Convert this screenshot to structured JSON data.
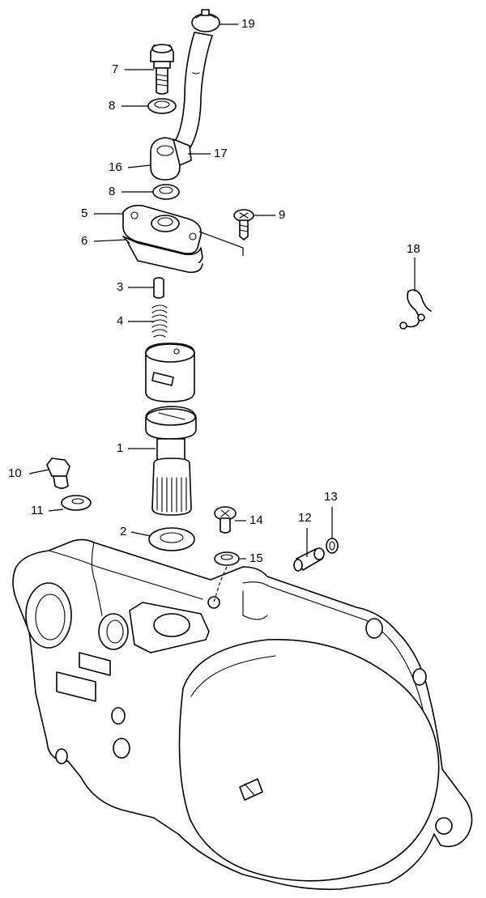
{
  "callouts": [
    {
      "id": "p19",
      "label": "19"
    },
    {
      "id": "p7",
      "label": "7"
    },
    {
      "id": "p8a",
      "label": "8"
    },
    {
      "id": "p16",
      "label": "16"
    },
    {
      "id": "p17",
      "label": "17"
    },
    {
      "id": "p8b",
      "label": "8"
    },
    {
      "id": "p5",
      "label": "5"
    },
    {
      "id": "p9",
      "label": "9"
    },
    {
      "id": "p6",
      "label": "6"
    },
    {
      "id": "p18",
      "label": "18"
    },
    {
      "id": "p3",
      "label": "3"
    },
    {
      "id": "p4",
      "label": "4"
    },
    {
      "id": "p1",
      "label": "1"
    },
    {
      "id": "p10",
      "label": "10"
    },
    {
      "id": "p11",
      "label": "11"
    },
    {
      "id": "p13",
      "label": "13"
    },
    {
      "id": "p12",
      "label": "12"
    },
    {
      "id": "p14",
      "label": "14"
    },
    {
      "id": "p2",
      "label": "2"
    },
    {
      "id": "p15",
      "label": "15"
    }
  ]
}
